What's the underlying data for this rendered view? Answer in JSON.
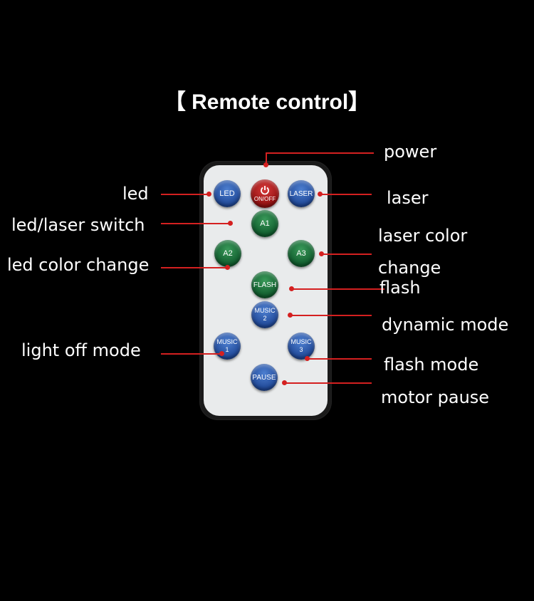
{
  "title": "【 Remote control】",
  "buttons": {
    "led": "LED",
    "power_text": "ON/OFF",
    "laser": "LASER",
    "a1": "A1",
    "a2": "A2",
    "a3": "A3",
    "flash": "FLASH",
    "music2_top": "MUSIC",
    "music2_num": "2",
    "music1_top": "MUSIC",
    "music1_num": "1",
    "music3_top": "MUSIC",
    "music3_num": "3",
    "pause": "PAUSE"
  },
  "labels": {
    "power": "power",
    "led": "led",
    "laser": "laser",
    "led_laser_switch": "led/laser switch",
    "laser_color_1": "laser color",
    "laser_color_2": "change",
    "led_color_change": "led color change",
    "flash": "flash",
    "dynamic_mode": "dynamic mode",
    "light_off_mode": "light off mode",
    "flash_mode": "flash mode",
    "motor_pause": "motor pause"
  },
  "colors": {
    "line": "#d42020",
    "blue_button": "#1f4796",
    "green_button": "#0f5a2c",
    "red_button": "#8f1010"
  },
  "icons": [
    "power-icon"
  ]
}
